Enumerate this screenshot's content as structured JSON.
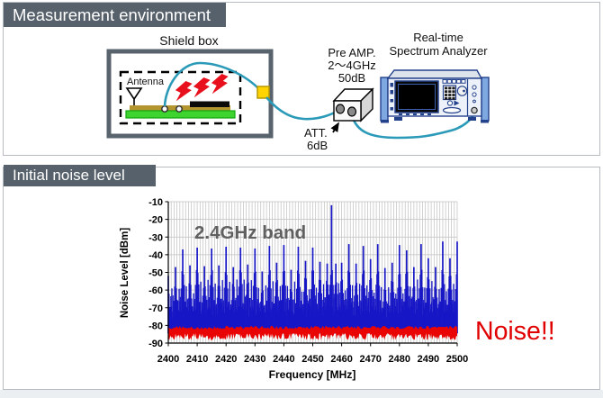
{
  "sections": [
    {
      "title": "Measurement environment"
    },
    {
      "title": "Initial noise level"
    }
  ],
  "diagram": {
    "shield_box_label": "Shield box",
    "antenna_label": "Antenna",
    "preamp_line1": "Pre AMP.",
    "preamp_line2": "2〜4GHz",
    "preamp_line3": "50dB",
    "att_line1": "ATT.",
    "att_line2": "6dB",
    "analyzer_line1": "Real-time",
    "analyzer_line2": "Spectrum Analyzer",
    "cable_color": "#2a9ab8",
    "connector_color": "#ffd400",
    "shieldbox_border_color": "#59636d",
    "pcb_color": "#3ed32f",
    "interference_color": "#e8101c"
  },
  "annotations": {
    "band_label": "2.4GHz band",
    "noise_label": "Noise!!"
  },
  "chart_data": {
    "type": "bar",
    "title": "",
    "xlabel": "Frequency [MHz]",
    "ylabel": "Noise Level [dBm]",
    "xlim": [
      2400,
      2500
    ],
    "ylim": [
      -90,
      -10
    ],
    "x_ticks": [
      2400,
      2410,
      2420,
      2430,
      2440,
      2450,
      2460,
      2470,
      2480,
      2490,
      2500
    ],
    "y_ticks": [
      -10,
      -20,
      -30,
      -40,
      -50,
      -60,
      -70,
      -80,
      -90
    ],
    "grid": {
      "x_minor_step_mhz": 1,
      "y_step_db": 10
    },
    "series": [
      {
        "name": "initial noise spectrum peaks (blue)",
        "color": "#1717c6",
        "x": [
          2400,
          2402.5,
          2405,
          2407.5,
          2410,
          2412.5,
          2415,
          2417.5,
          2420,
          2422.5,
          2425,
          2427.5,
          2430,
          2432.5,
          2435,
          2437.5,
          2440,
          2442.5,
          2445,
          2447.5,
          2450,
          2452.5,
          2455,
          2456.5,
          2458,
          2460,
          2462.5,
          2465,
          2467.5,
          2470,
          2472.5,
          2475,
          2477.5,
          2480,
          2482.5,
          2485,
          2487.5,
          2490,
          2492.5,
          2495,
          2497.5,
          2500
        ],
        "values": [
          -52,
          -47,
          -37,
          -46,
          -36,
          -46.5,
          -36.5,
          -46,
          -35.5,
          -47,
          -36,
          -45.5,
          -36.5,
          -49.5,
          -35,
          -44.5,
          -34.5,
          -48.5,
          -35.5,
          -43.5,
          -36,
          -44,
          -45,
          -12,
          -45,
          -44.5,
          -34,
          -45,
          -35,
          -42.5,
          -34,
          -47.5,
          -44.5,
          -34.5,
          -37.5,
          -47,
          -34,
          -42,
          -47,
          -32.5,
          -42,
          -32.5
        ],
        "base_noise_range_dbm": [
          -76,
          -66
        ]
      },
      {
        "name": "noise floor (red)",
        "color": "#ea0505",
        "level_range_dbm": [
          -88,
          -81
        ]
      }
    ]
  }
}
